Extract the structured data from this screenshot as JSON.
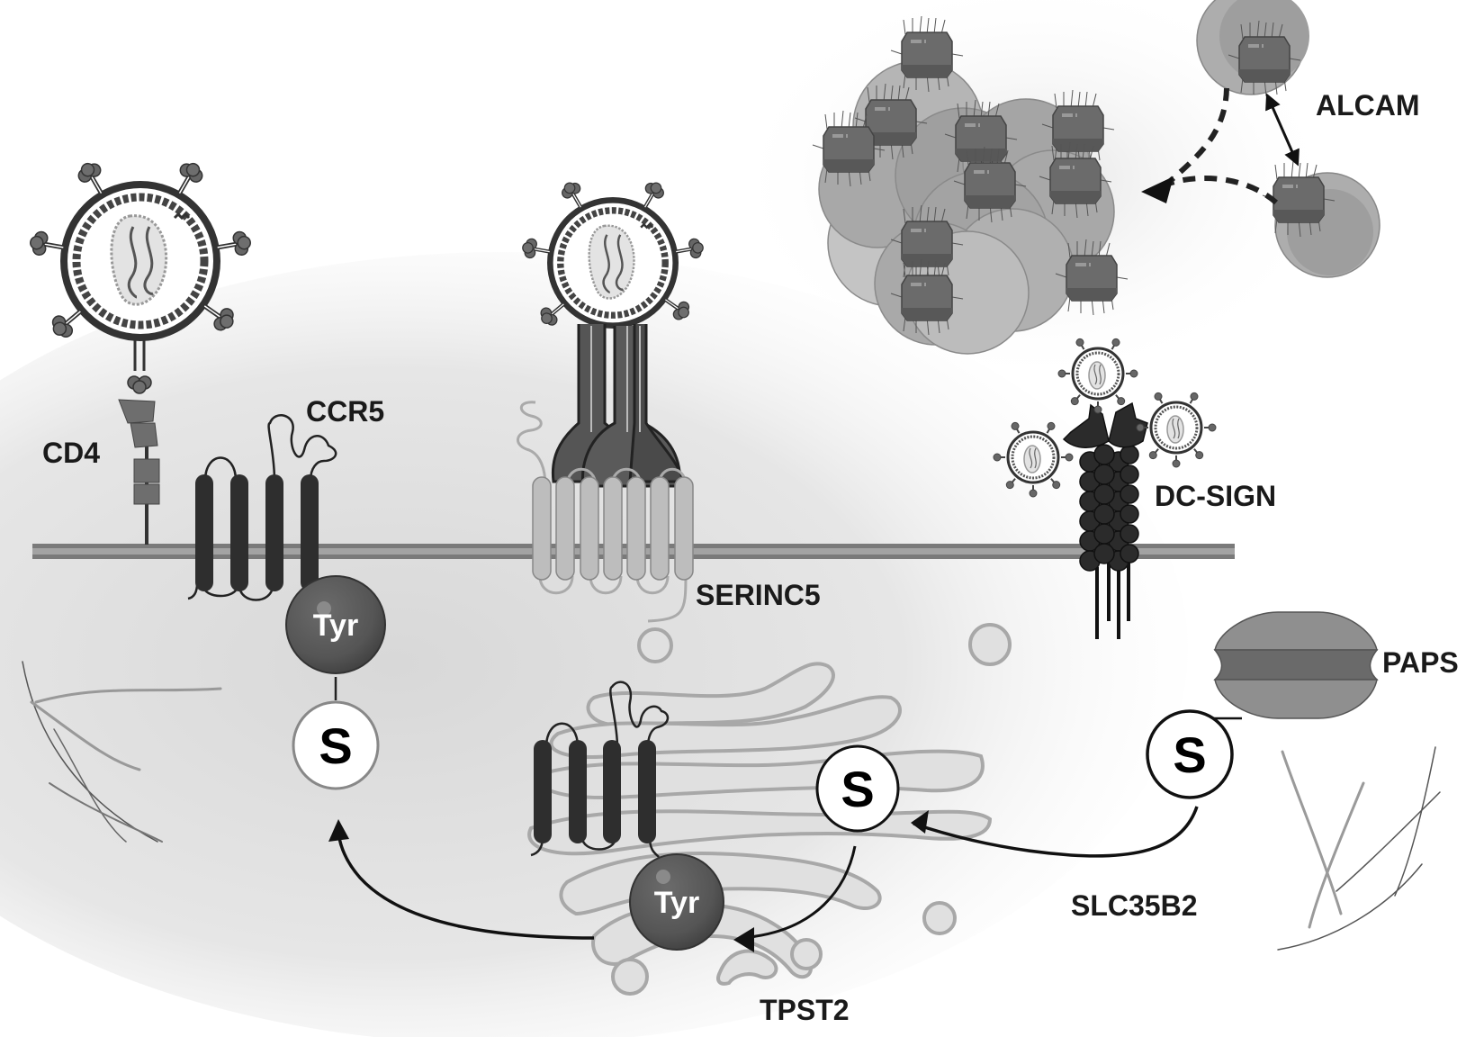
{
  "figure": {
    "type": "biological-pathway-diagram",
    "palette": {
      "background": "#ffffff",
      "cell_shade": "#d9d9d9",
      "membrane_outer": "#7a7a7a",
      "membrane_inner": "#9e9e9e",
      "dark_protein": "#2e2e2e",
      "light_protein": "#bdbdbd",
      "golgi_fill": "#e0e0e0",
      "golgi_stroke": "#a8a8a8",
      "tyr_fill": "#555555",
      "paps_outer": "#8c8c8c",
      "paps_band": "#6a6a6a",
      "text": "#1a1a1a"
    }
  },
  "labels": {
    "cd4": "CD4",
    "ccr5": "CCR5",
    "serinc5": "SERINC5",
    "alcam": "ALCAM",
    "dc_sign": "DC-SIGN",
    "paps": "PAPS",
    "slc35b2": "SLC35B2",
    "tpst2": "TPST2"
  },
  "residues": {
    "tyr_membrane": "Tyr",
    "tyr_golgi": "Tyr",
    "sulfate_membrane": "S",
    "sulfate_golgi": "S",
    "sulfate_paps": "S"
  },
  "icons": {
    "hiv_virion": "virus-icon",
    "cell_cluster": "cell-cluster-icon",
    "golgi": "golgi-apparatus-icon",
    "paps": "paps-molecule-icon"
  }
}
